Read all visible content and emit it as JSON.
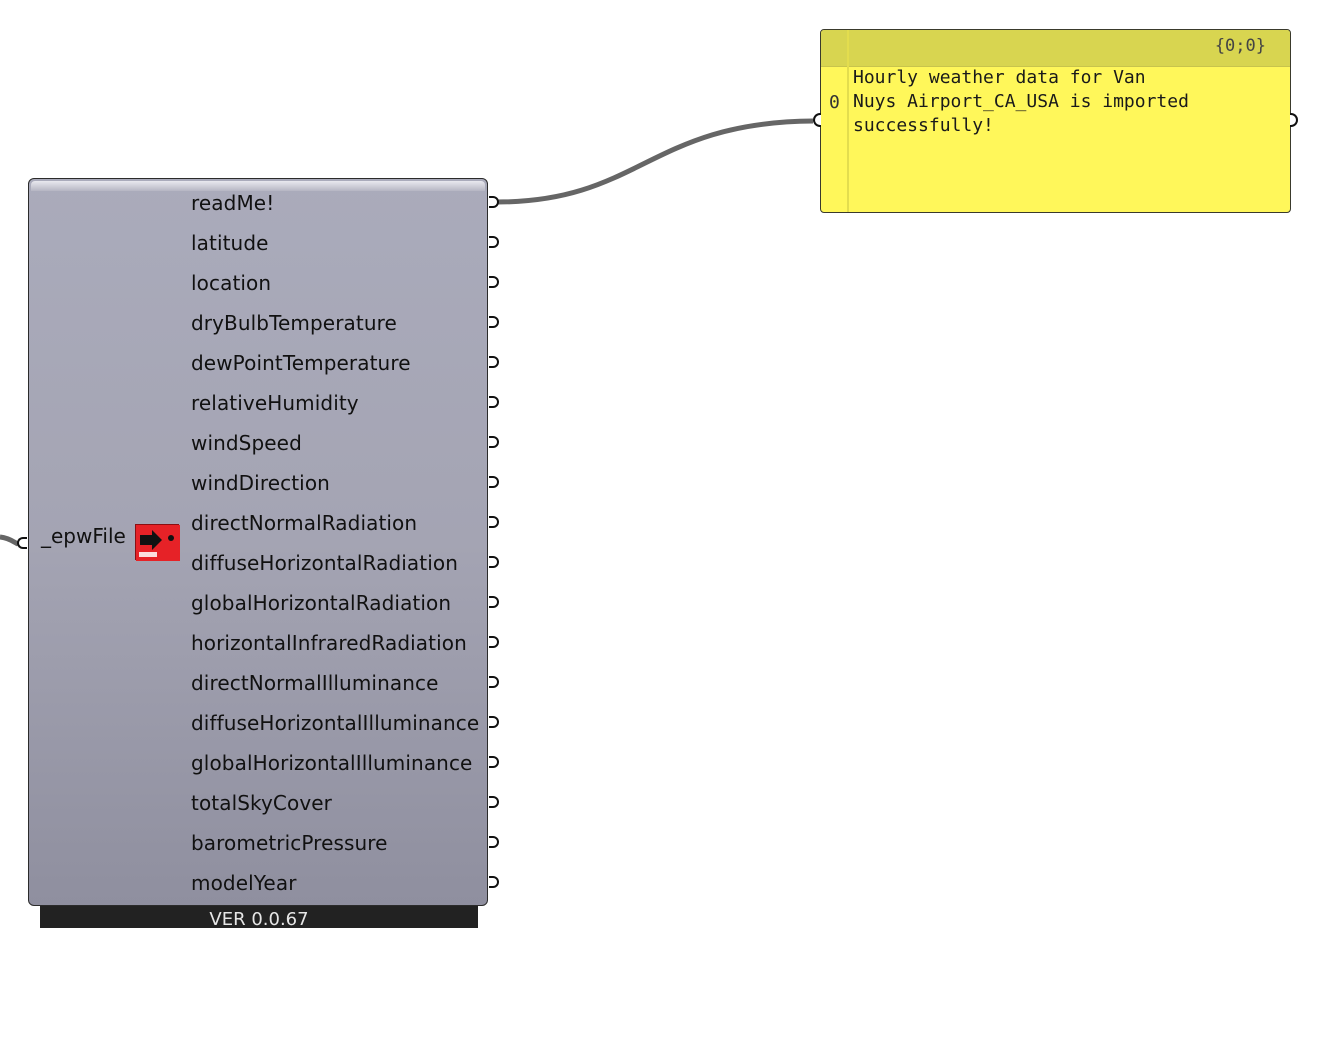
{
  "component": {
    "input_label": "_epwFile",
    "icon": "import-epw-icon",
    "outputs": [
      "readMe!",
      "latitude",
      "location",
      "dryBulbTemperature",
      "dewPointTemperature",
      "relativeHumidity",
      "windSpeed",
      "windDirection",
      "directNormalRadiation",
      "diffuseHorizontalRadiation",
      "globalHorizontalRadiation",
      "horizontalInfraredRadiation",
      "directNormalIlluminance",
      "diffuseHorizontalIlluminance",
      "globalHorizontalIlluminance",
      "totalSkyCover",
      "barometricPressure",
      "modelYear"
    ],
    "version": "VER 0.0.67"
  },
  "panel": {
    "path": "{0;0}",
    "index": "0",
    "text": "Hourly weather data for Van\nNuys Airport_CA_USA is imported\nsuccessfully!",
    "background_color": "#fff75a"
  },
  "colors": {
    "wire": "#666666",
    "component_body": "#a4a4b3"
  }
}
